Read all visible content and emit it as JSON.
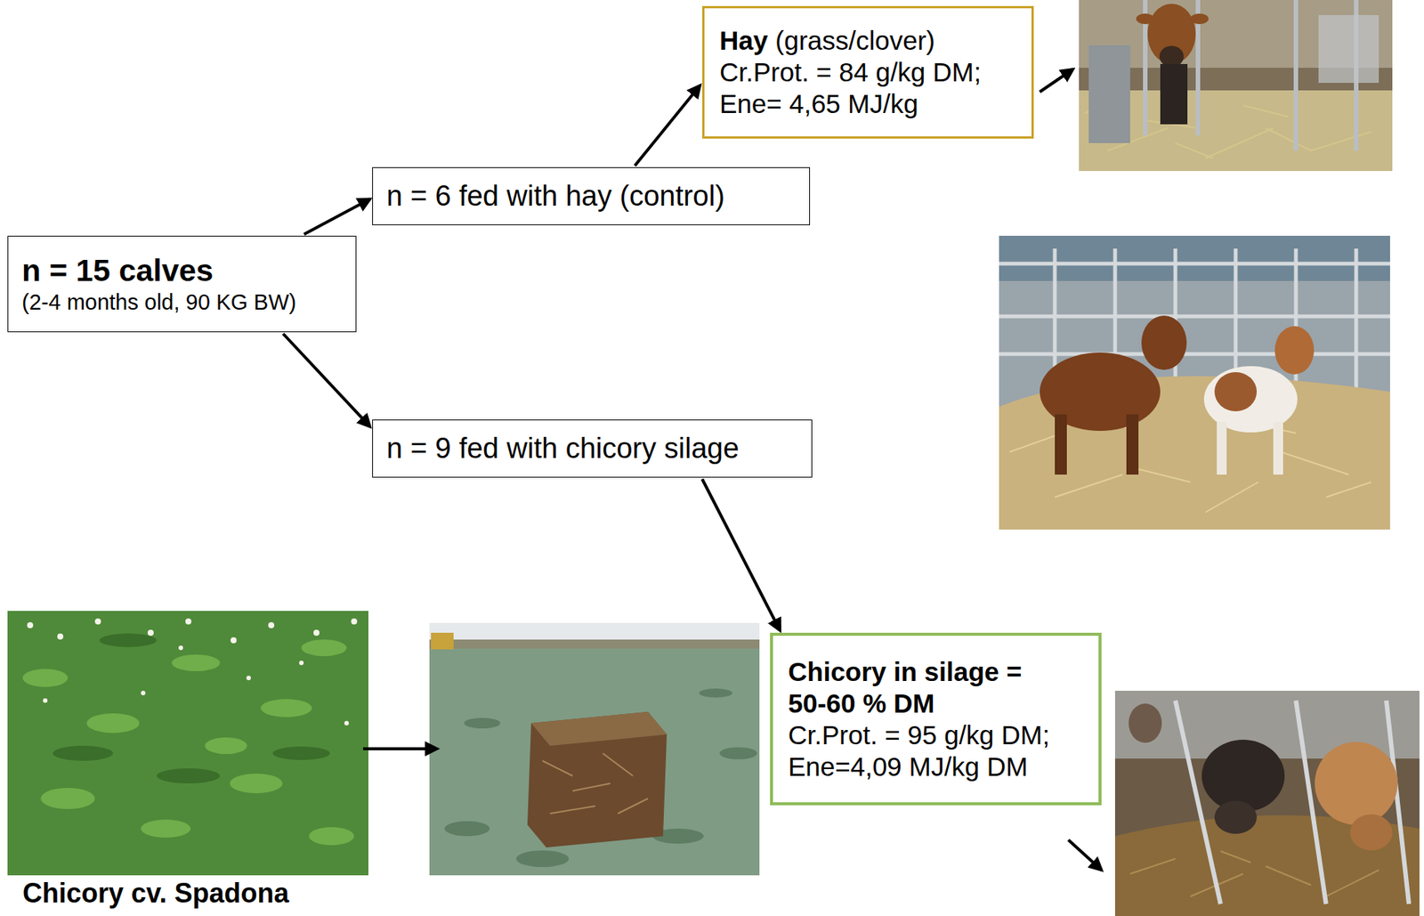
{
  "diagram": {
    "nodes": [
      {
        "text": [
          "n = 15 calves",
          "(2-4 months old, 90 KG BW)"
        ]
      },
      {
        "text": [
          "n = 6 fed with hay (control)"
        ]
      },
      {
        "text": [
          "Hay",
          "(grass/clover)",
          "Cr.Prot. = 84 g/kg DM;",
          "Ene= 4,65  MJ/kg"
        ]
      },
      {
        "text": [
          "n = 9 fed with chicory silage"
        ]
      },
      {
        "text": [
          "Chicory in silage = 50-60 % DM",
          "Cr.Prot. = 95 g/kg DM;",
          "Ene=4,09 MJ/kg DM"
        ]
      }
    ],
    "edges": [
      {
        "from": 0,
        "to": 1,
        "arrow": "to"
      },
      {
        "from": 0,
        "to": 3,
        "arrow": "to"
      },
      {
        "from": 1,
        "to": 2,
        "arrow": "to"
      },
      {
        "from": 3,
        "to": 4,
        "arrow": "to"
      }
    ],
    "labels": [
      "Chicory cv. Spadona"
    ]
  }
}
